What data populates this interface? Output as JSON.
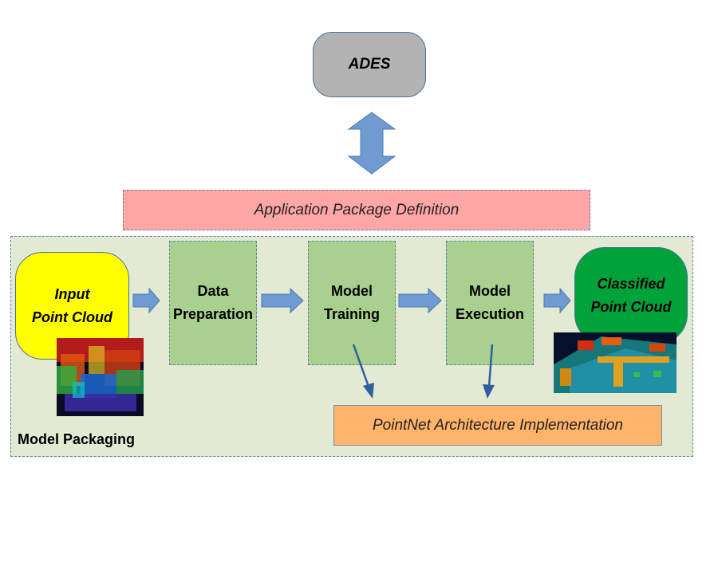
{
  "ades": {
    "label": "ADES"
  },
  "app_package": {
    "label": "Application Package Definition"
  },
  "model_packaging": {
    "label": "Model Packaging"
  },
  "input": {
    "line1": "Input",
    "line2": "Point Cloud"
  },
  "steps": [
    {
      "line1": "Data",
      "line2": "Preparation"
    },
    {
      "line1": "Model",
      "line2": "Training"
    },
    {
      "line1": "Model",
      "line2": "Execution"
    }
  ],
  "output": {
    "line1": "Classified",
    "line2": "Point Cloud"
  },
  "pointnet": {
    "label": "PointNet Architecture Implementation"
  },
  "colors": {
    "ades": "#b3b3b3",
    "app_package": "#ffa6a6",
    "packaging_bg": "#e2ead3",
    "input": "#ffff00",
    "step": "#a9d08e",
    "output": "#00a33a",
    "pointnet": "#ffb36b",
    "arrow": "#6f9bd1",
    "arrow_dark": "#2f5f9e"
  }
}
